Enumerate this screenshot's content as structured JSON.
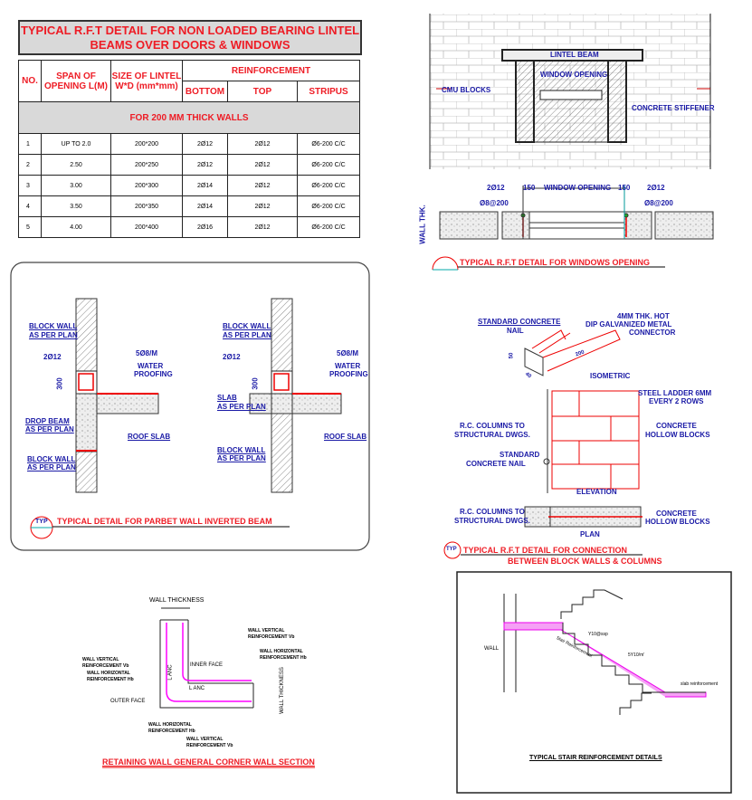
{
  "lintel_table": {
    "title_line1": "TYPICAL R.F.T DETAIL FOR NON LOADED BEARING LINTEL",
    "title_line2": "BEAMS OVER DOORS & WINDOWS",
    "headers": {
      "no": "NO.",
      "span": "SPAN OF OPENING L(M)",
      "size": "SIZE OF LINTEL W*D (mm*mm)",
      "reinforcement": "REINFORCEMENT",
      "bottom": "BOTTOM",
      "top": "TOP",
      "stripus": "STRIPUS"
    },
    "band": "FOR 200 MM THICK WALLS",
    "rows": [
      {
        "no": "1",
        "span": "UP TO 2.0",
        "size": "200*200",
        "bottom": "2Ø12",
        "top": "2Ø12",
        "stripus": "Ø6-200 C/C"
      },
      {
        "no": "2",
        "span": "2.50",
        "size": "200*250",
        "bottom": "2Ø12",
        "top": "2Ø12",
        "stripus": "Ø6-200 C/C"
      },
      {
        "no": "3",
        "span": "3.00",
        "size": "200*300",
        "bottom": "2Ø14",
        "top": "2Ø12",
        "stripus": "Ø6-200 C/C"
      },
      {
        "no": "4",
        "span": "3.50",
        "size": "200*350",
        "bottom": "2Ø14",
        "top": "2Ø12",
        "stripus": "Ø6-200 C/C"
      },
      {
        "no": "5",
        "span": "4.00",
        "size": "200*400",
        "bottom": "2Ø16",
        "top": "2Ø12",
        "stripus": "Ø6-200 C/C"
      }
    ]
  },
  "lintel_elevation": {
    "lintel_beam": "LINTEL BEAM",
    "window_opening": "WINDOW OPENING",
    "cmu_blocks": "CMU BLOCKS",
    "concrete_stiffener": "CONCRETE STIFFENER"
  },
  "window_plan": {
    "left_bar": "2Ø12",
    "left_tie": "Ø8@200",
    "dim_left": "150",
    "window_opening": "WINDOW OPENING",
    "dim_right": "150",
    "right_bar": "2Ø12",
    "right_tie": "Ø8@200",
    "wall_thk": "WALL THK.",
    "title": "TYPICAL R.F.T DETAIL FOR WINDOWS OPENING"
  },
  "parapet": {
    "left": {
      "block_wall": "BLOCK WALL",
      "as_per_plan": "AS PER PLAN",
      "bar": "2Ø12",
      "stirrup": "5Ø8/M",
      "water": "WATER",
      "proofing": "PROOFING",
      "dim": "300",
      "drop_beam": "DROP BEAM",
      "drop_as_per_plan": "AS PER PLAN",
      "roof_slab": "ROOF SLAB",
      "block_wall2": "BLOCK WALL",
      "as_per_plan2": "AS PER PLAN"
    },
    "right": {
      "block_wall": "BLOCK WALL",
      "as_per_plan": "AS PER PLAN",
      "bar": "2Ø12",
      "stirrup": "5Ø8/M",
      "water": "WATER",
      "proofing": "PROOFING",
      "dim": "300",
      "slab": "SLAB",
      "slab_as_per_plan": "AS PER PLAN",
      "roof_slab": "ROOF SLAB",
      "block_wall2": "BLOCK WALL",
      "as_per_plan2": "AS PER PLAN"
    },
    "typ": "TYP",
    "title": "TYPICAL DETAIL FOR PARBET WALL INVERTED BEAM"
  },
  "connection": {
    "std_nail": "STANDARD CONCRETE",
    "nail": "NAIL",
    "connector1": "4MM THK. HOT",
    "connector2": "DIP GALVANIZED METAL",
    "connector3": "CONNECTOR",
    "dim50": "50",
    "dim40": "40",
    "dim200": "200",
    "isometric": "ISOMETRIC",
    "rc_columns1": "R.C. COLUMNS TO",
    "rc_columns2": "STRUCTURAL DWGS.",
    "ladder1": "STEEL LADDER 6MM",
    "ladder2": "EVERY 2 ROWS",
    "hollow1": "CONCRETE",
    "hollow2": "HOLLOW BLOCKS",
    "std_nail2_1": "STANDARD",
    "std_nail2_2": "CONCRETE NAIL",
    "elevation": "ELEVATION",
    "plan_rc1": "R.C. COLUMNS TO",
    "plan_rc2": "STRUCTURAL DWGS.",
    "plan_hollow1": "CONCRETE",
    "plan_hollow2": "HOLLOW BLOCKS",
    "plan": "PLAN",
    "typ": "TYP",
    "title1": "TYPICAL R.F.T DETAIL FOR CONNECTION",
    "title2": "BETWEEN BLOCK WALLS & COLUMNS"
  },
  "retaining": {
    "wall_thickness": "WALL THICKNESS",
    "wv1": "WALL VERTICAL",
    "wv1b": "REINFORCEMENT Vb",
    "wh1": "WALL HORIZONTAL",
    "wh1b": "REINFORCEMENT Hb",
    "wv2": "WALL VERTICAL",
    "wv2b": "REINFORCEMENT Vb",
    "wh2": "WALL HORIZONTAL",
    "wh2b": "REINFORCEMENT Hb",
    "l_anc_v": "L ANC",
    "l_anc_h": "L ANC",
    "inner_face": "INNER FACE",
    "outer_face": "OUTER FACE",
    "wh3": "WALL HORIZONTAL",
    "wh3b": "REINFORCEMENT Hb",
    "wv3": "WALL VERTICAL",
    "wv3b": "REINFORCEMENT Vb",
    "wall_thickness_v": "WALL THICKNESS",
    "title": "RETAINING WALL GENERAL CORNER WALL SECTION"
  },
  "stair": {
    "wall": "WALL",
    "y10": "Y10@ssp",
    "stair_rft": "Stair Reinforcement",
    "sy10": "5Y10/m'",
    "slab_rft": "slab reinforcement",
    "title": "TYPICAL STAIR REINFORCEMENT DETAILS"
  }
}
